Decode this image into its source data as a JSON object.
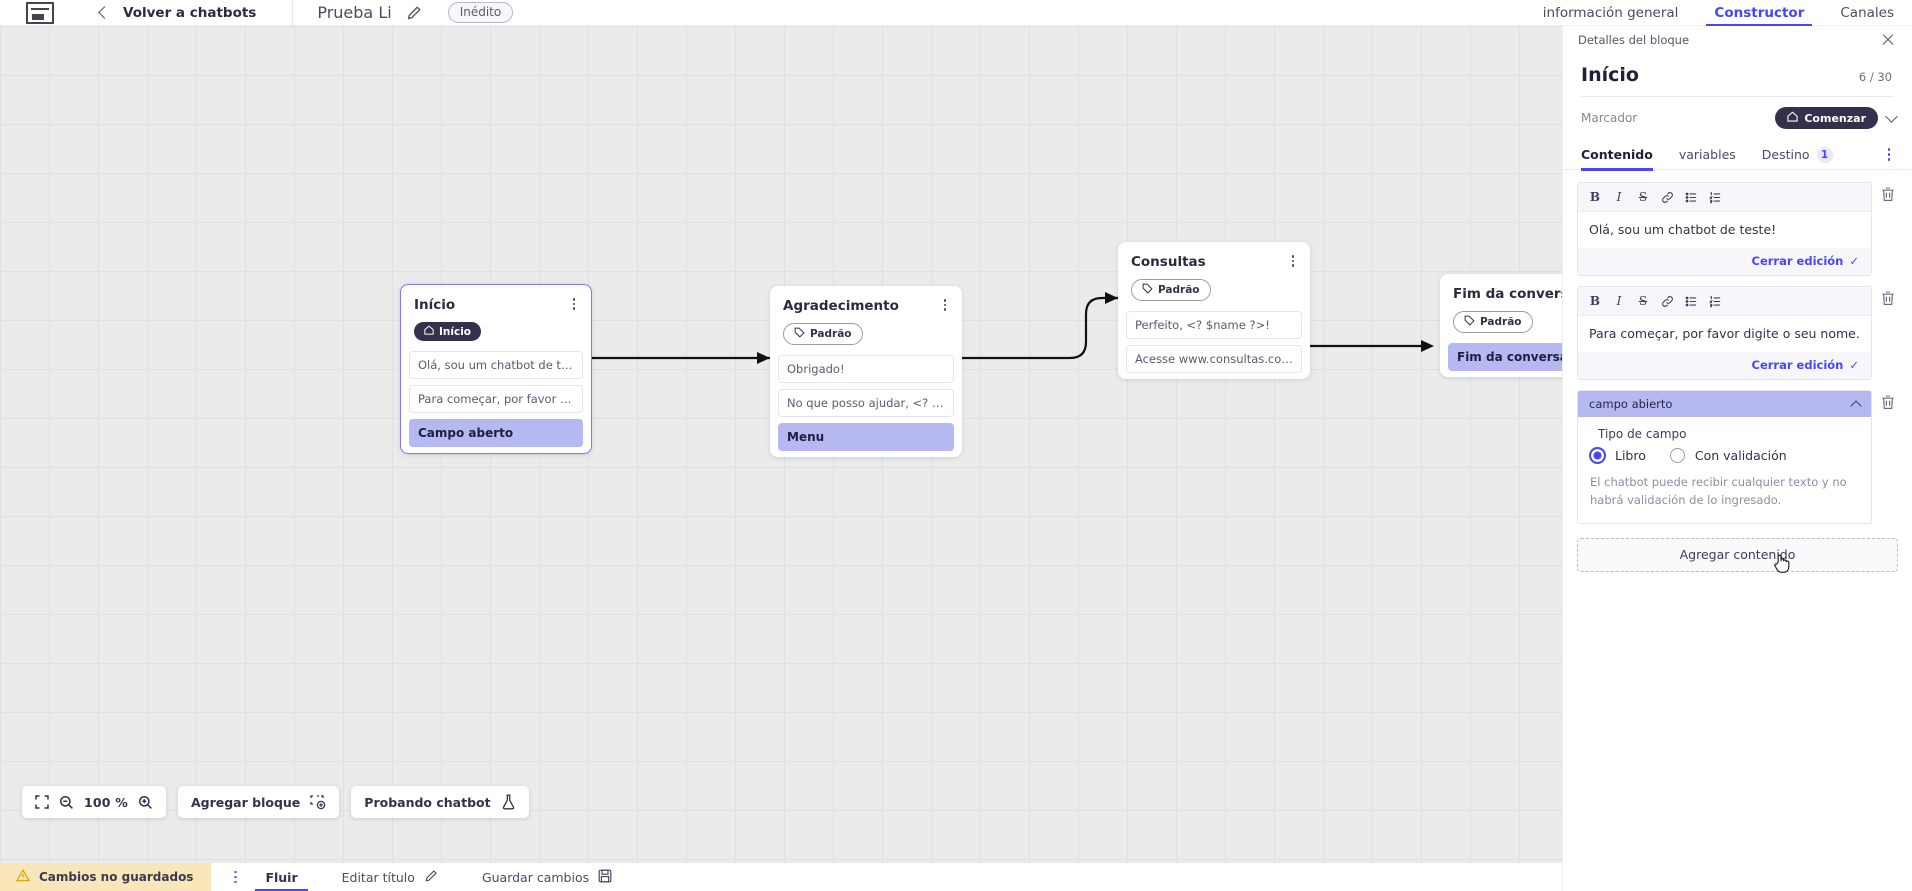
{
  "topbar": {
    "logo_name": "app-logo",
    "back_label": "Volver a chatbots",
    "bot_title": "Prueba Li",
    "status_badge": "Inédito",
    "tabs": [
      {
        "label": "información general",
        "active": false
      },
      {
        "label": "Constructor",
        "active": true
      },
      {
        "label": "Canales",
        "active": false
      }
    ]
  },
  "canvas": {
    "nodes": [
      {
        "title": "Início",
        "tag": "Início",
        "tag_type": "start",
        "selected": true,
        "rows": [
          {
            "text": "Olá, sou um chatbot de teste!",
            "highlight": false
          },
          {
            "text": "Para começar, por favor digite o ...",
            "highlight": false
          },
          {
            "text": "Campo aberto",
            "highlight": true
          }
        ]
      },
      {
        "title": "Agradecimento",
        "tag": "Padrão",
        "tag_type": "default",
        "selected": false,
        "rows": [
          {
            "text": "Obrigado!",
            "highlight": false
          },
          {
            "text": "No que posso ajudar, <? $name ...",
            "highlight": false
          },
          {
            "text": "Menu",
            "highlight": true
          }
        ]
      },
      {
        "title": "Consultas",
        "tag": "Padrão",
        "tag_type": "default",
        "selected": false,
        "rows": [
          {
            "text": "Perfeito, <? $name ?>!",
            "highlight": false
          },
          {
            "text": "Acesse www.consultas.com par...",
            "highlight": false
          }
        ]
      },
      {
        "title": "Fim da conversa",
        "tag": "Padrão",
        "tag_type": "default",
        "selected": false,
        "rows": [
          {
            "text": "Fim da conversa",
            "highlight": true
          }
        ]
      }
    ]
  },
  "float_tools": {
    "zoom_value": "100 %",
    "fit_icon": "fit-screen-icon",
    "zoom_out_icon": "zoom-out-icon",
    "zoom_in_icon": "zoom-in-icon",
    "add_block_label": "Agregar bloque",
    "add_block_icon": "add-block-icon",
    "test_bot_label": "Probando chatbot",
    "test_bot_icon": "flask-icon"
  },
  "bottombar": {
    "unsaved_label": "Cambios no guardados",
    "unsaved_icon": "warning-icon",
    "menu_icon": "kebab-menu-icon",
    "tabs": [
      {
        "label": "Fluir",
        "active": true,
        "icon": ""
      },
      {
        "label": "Editar título",
        "active": false,
        "icon": "pencil-icon"
      },
      {
        "label": "Guardar cambios",
        "active": false,
        "icon": "save-icon"
      }
    ]
  },
  "panel": {
    "header_label": "Detalles del bloque",
    "close_icon": "close-icon",
    "title": "Início",
    "count": "6 / 30",
    "marker_label": "Marcador",
    "marker_chip": "Comenzar",
    "marker_chip_icon": "home-icon",
    "marker_chevron_icon": "chevron-down-icon",
    "tabs": [
      {
        "label": "Contenido",
        "active": true,
        "badge": ""
      },
      {
        "label": "variables",
        "active": false,
        "badge": ""
      },
      {
        "label": "Destino",
        "active": false,
        "badge": "1"
      }
    ],
    "tabs_menu_icon": "kebab-menu-icon",
    "editor_toolbar": [
      "B",
      "I",
      "S",
      "link-icon",
      "bullet-list-icon",
      "numbered-list-icon"
    ],
    "blocks": [
      {
        "type": "text",
        "text": "Olá, sou um chatbot de teste!",
        "close_label": "Cerrar edición",
        "delete_icon": "trash-icon"
      },
      {
        "type": "text",
        "text": "Para começar, por favor digite o seu nome.",
        "close_label": "Cerrar edición",
        "delete_icon": "trash-icon"
      }
    ],
    "field_block": {
      "header": "campo abierto",
      "collapse_icon": "chevron-up-icon",
      "delete_icon": "trash-icon",
      "subtitle": "Tipo de campo",
      "options": [
        {
          "label": "Libro",
          "selected": true
        },
        {
          "label": "Con validación",
          "selected": false
        }
      ],
      "help": "El chatbot puede recibir cualquier texto y no habrá validación de lo ingresado."
    },
    "add_content_label": "Agregar contenido"
  },
  "colors": {
    "accent": "#4945ff",
    "dark": "#32324d",
    "highlight": "#b6b8f2",
    "warning_bg": "#fae7b9",
    "canvas_bg": "#ebebeb"
  }
}
